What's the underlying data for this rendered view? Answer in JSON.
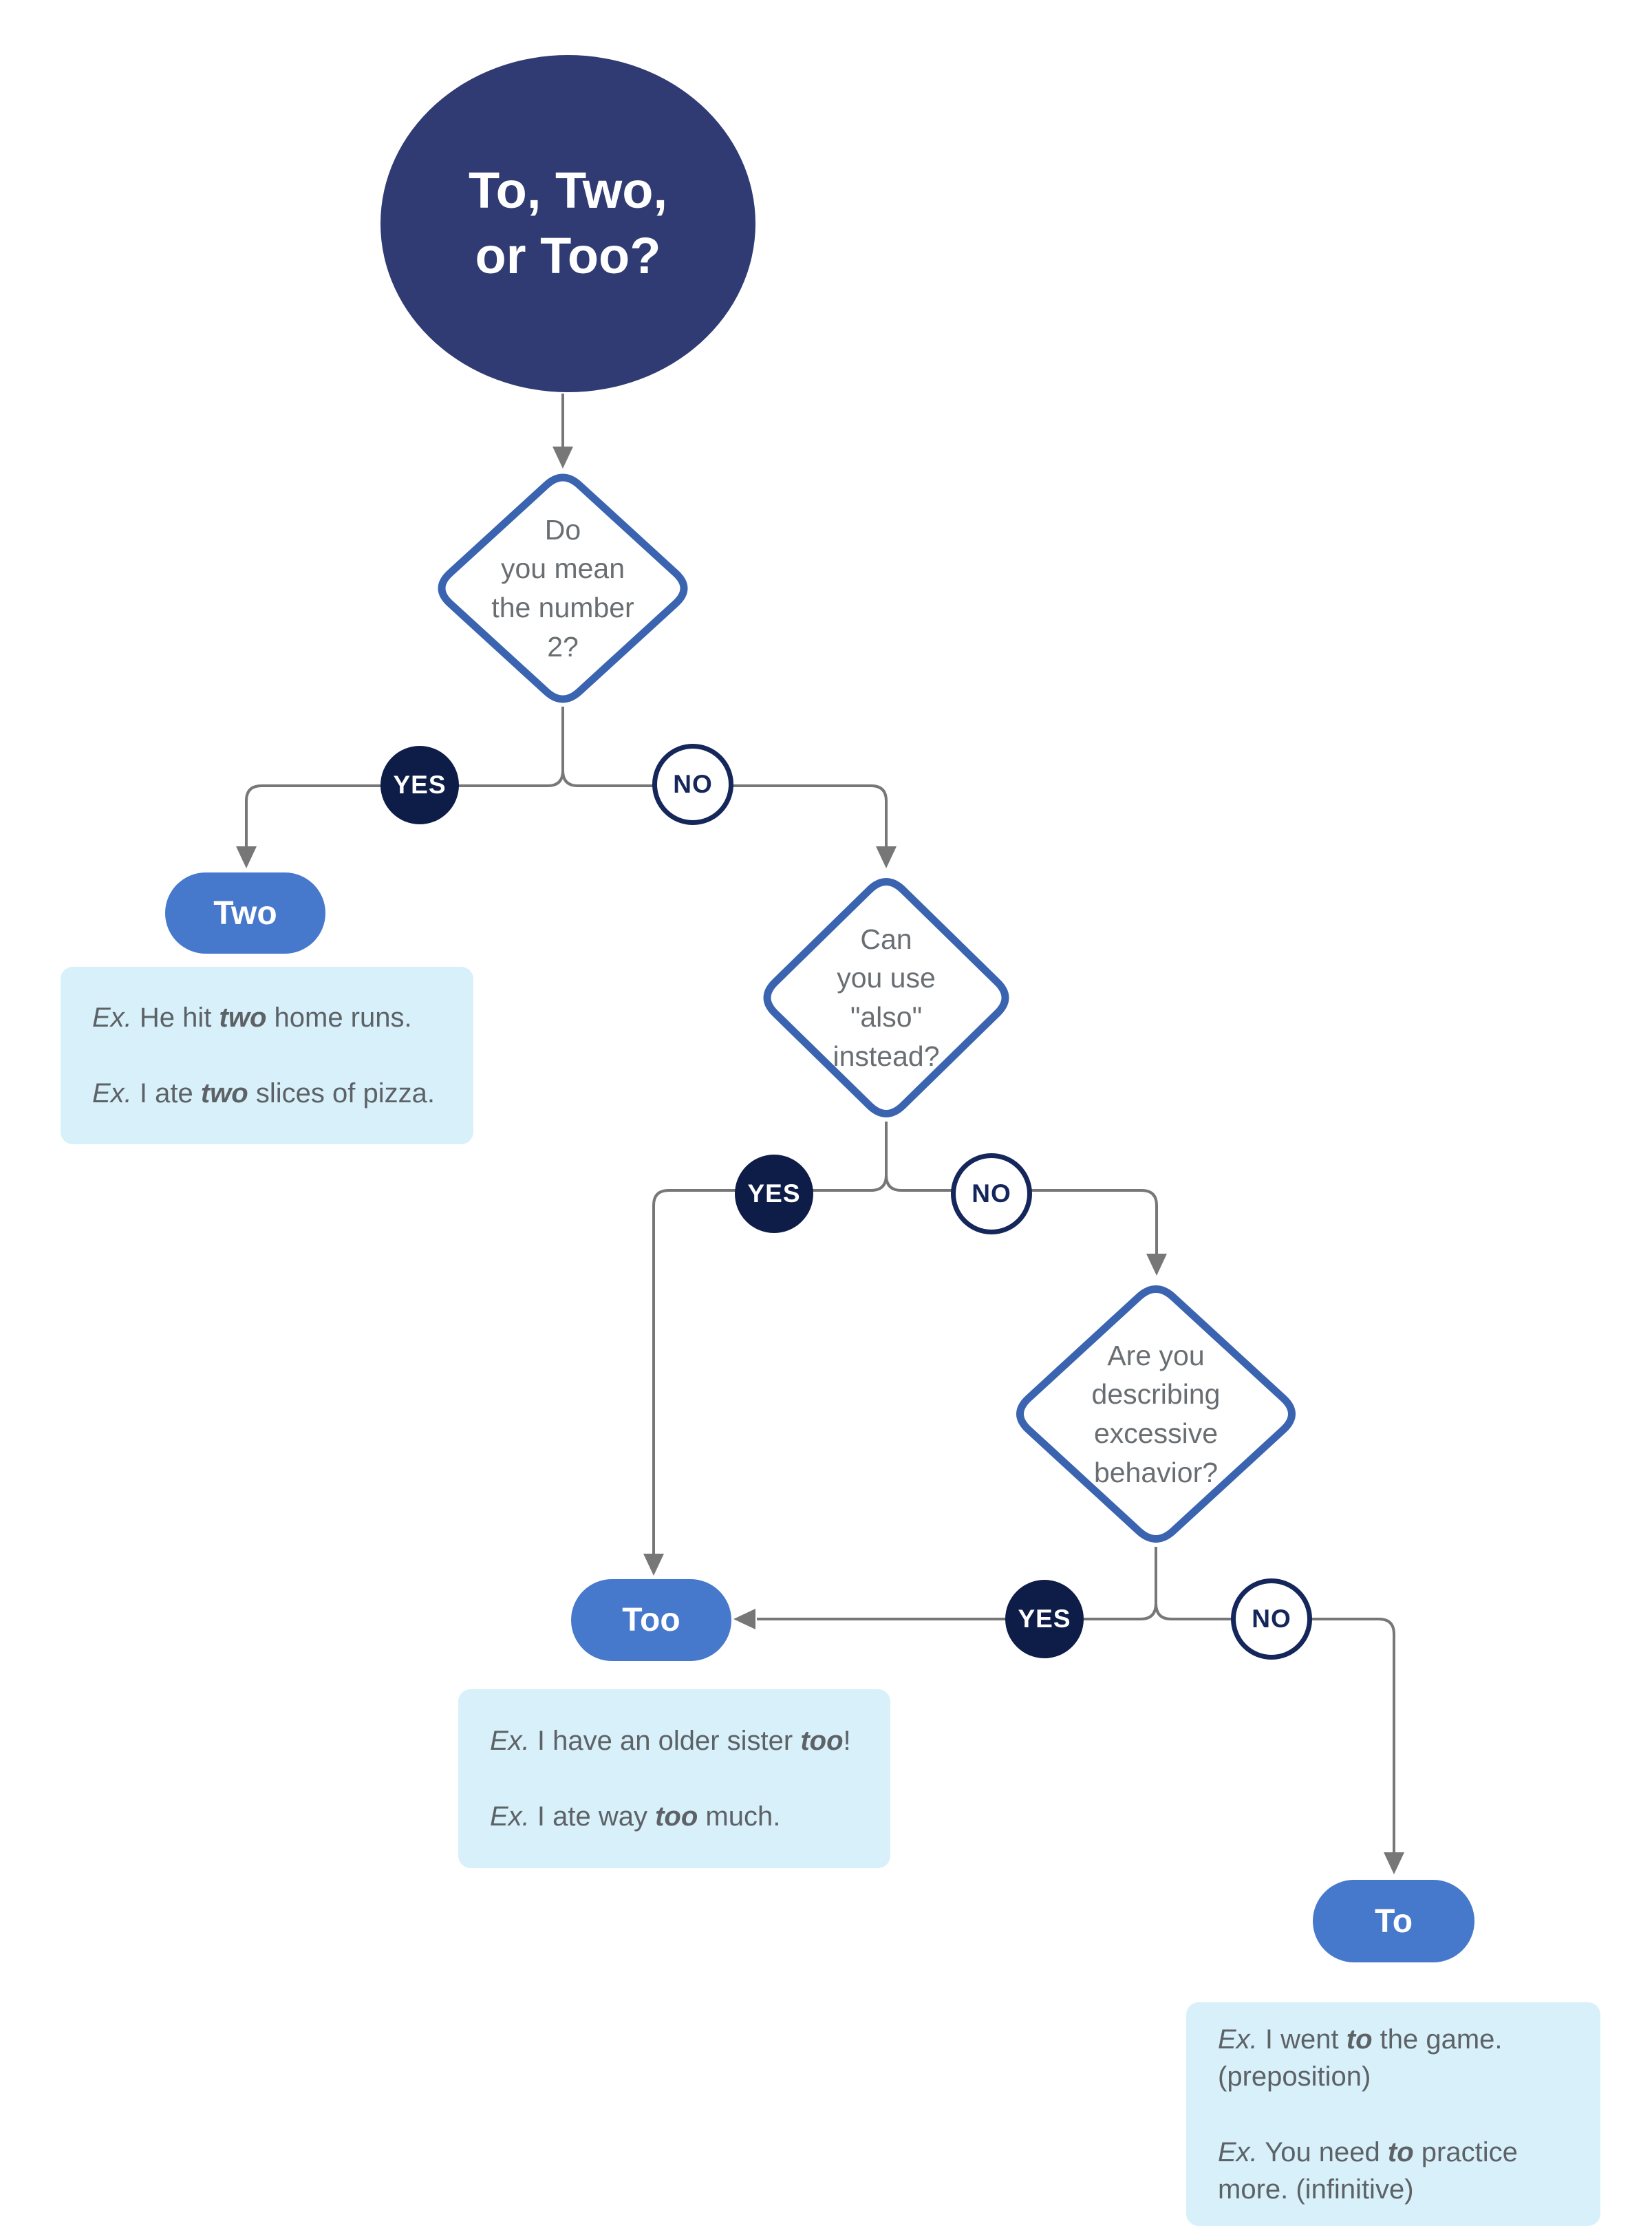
{
  "title": {
    "text": "To, Two,\nor Too?"
  },
  "labels": {
    "yes": "YES",
    "no": "NO"
  },
  "decisions": {
    "d1": {
      "question": "Do\nyou mean\nthe number\n2?"
    },
    "d2": {
      "question": "Can\nyou use\n\"also\"\ninstead?"
    },
    "d3": {
      "question": "Are you\ndescribing\nexcessive\nbehavior?"
    }
  },
  "results": {
    "two": {
      "label": "Two",
      "examples": [
        {
          "lines": [
            [
              {
                "t": "Ex.",
                "s": "i"
              },
              {
                "t": " He hit ",
                "s": "r"
              },
              {
                "t": "two",
                "s": "bi"
              },
              {
                "t": " home runs.",
                "s": "r"
              }
            ]
          ]
        },
        {
          "lines": [
            [
              {
                "t": "Ex.",
                "s": "i"
              },
              {
                "t": " I ate ",
                "s": "r"
              },
              {
                "t": "two",
                "s": "bi"
              },
              {
                "t": " slices of pizza.",
                "s": "r"
              }
            ]
          ]
        }
      ]
    },
    "too": {
      "label": "Too",
      "examples": [
        {
          "lines": [
            [
              {
                "t": "Ex.",
                "s": "i"
              },
              {
                "t": " I have an older sister ",
                "s": "r"
              },
              {
                "t": "too",
                "s": "bi"
              },
              {
                "t": "!",
                "s": "r"
              }
            ]
          ]
        },
        {
          "lines": [
            [
              {
                "t": "Ex.",
                "s": "i"
              },
              {
                "t": " I ate way ",
                "s": "r"
              },
              {
                "t": "too",
                "s": "bi"
              },
              {
                "t": " much.",
                "s": "r"
              }
            ]
          ]
        }
      ]
    },
    "to": {
      "label": "To",
      "examples": [
        {
          "lines": [
            [
              {
                "t": "Ex.",
                "s": "i"
              },
              {
                "t": " I went ",
                "s": "r"
              },
              {
                "t": "to",
                "s": "bi"
              },
              {
                "t": " the game.",
                "s": "r"
              }
            ],
            [
              {
                "t": "(preposition)",
                "s": "r"
              }
            ]
          ]
        },
        {
          "lines": [
            [
              {
                "t": "Ex.",
                "s": "i"
              },
              {
                "t": " You need ",
                "s": "r"
              },
              {
                "t": "to",
                "s": "bi"
              },
              {
                "t": " practice",
                "s": "r"
              }
            ],
            [
              {
                "t": "more. (infinitive)",
                "s": "r"
              }
            ]
          ]
        }
      ]
    }
  },
  "colors": {
    "title_circle": "#2F3B72",
    "decision_border": "#3A64B0",
    "decision_text": "#696E72",
    "yes_fill": "#0E1C48",
    "no_border": "#14265A",
    "result_pill": "#4678CB",
    "example_box": "#D8F0FA",
    "example_text": "#5D6266",
    "connector": "#777777"
  }
}
